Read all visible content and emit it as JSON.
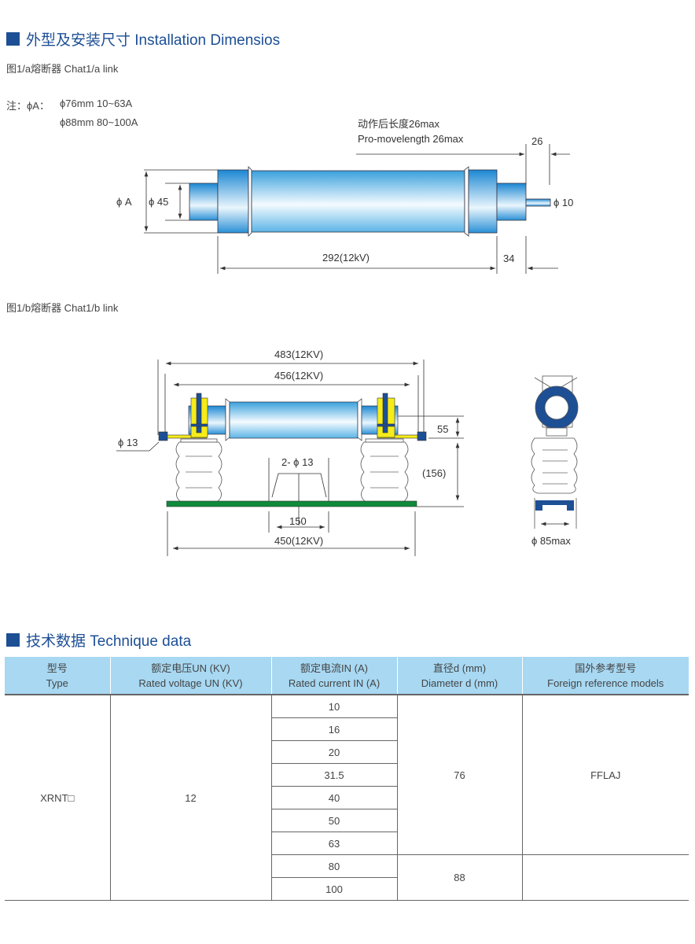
{
  "section1": {
    "title": "外型及安装尺寸 Installation Dimensios"
  },
  "fig1a": {
    "caption": "图1/a熔断器 Chat1/a link",
    "note_label": "注：ϕA：",
    "note_line1": "ϕ76mm  10~63A",
    "note_line2": "ϕ88mm 80~100A",
    "pro_cn": "动作后长度26max",
    "pro_en": "Pro-movelength 26max",
    "dim_26": "26",
    "dim_phiA": "ϕ A",
    "dim_phi45": "ϕ  45",
    "dim_phi10": "ϕ  10",
    "dim_292": "292(12kV)",
    "dim_34": "34"
  },
  "fig1b": {
    "caption": "图1/b熔断器 Chat1/b link",
    "dim_483": "483(12KV)",
    "dim_456": "456(12KV)",
    "dim_55": "55",
    "dim_156": "(156)",
    "dim_phi13": "ϕ 13",
    "dim_2phi13": "2- ϕ 13",
    "dim_150": "150",
    "dim_450": "450(12KV)",
    "dim_85": "ϕ  85max"
  },
  "section2": {
    "title": "技术数据 Technique data"
  },
  "colors": {
    "accent": "#1d4f95",
    "header_bg": "#a8d8f2",
    "base": "#0e8a3a",
    "clamp": "#f5ec1a"
  },
  "table": {
    "headers": [
      {
        "cn": "型号",
        "en": "Type"
      },
      {
        "cn": "额定电压UN (KV)",
        "en": "Rated voltage UN (KV)"
      },
      {
        "cn": "额定电流IN (A)",
        "en": "Rated current IN (A)"
      },
      {
        "cn": "直径d (mm)",
        "en": "Diameter d (mm)"
      },
      {
        "cn": "国外参考型号",
        "en": "Foreign reference models"
      }
    ],
    "type": "XRNT□",
    "voltage": "12",
    "currents": [
      "10",
      "16",
      "20",
      "31.5",
      "40",
      "50",
      "63",
      "80",
      "100"
    ],
    "diameter_a": "76",
    "diameter_b": "88",
    "foreign_a": "FFLAJ",
    "foreign_b": ""
  }
}
